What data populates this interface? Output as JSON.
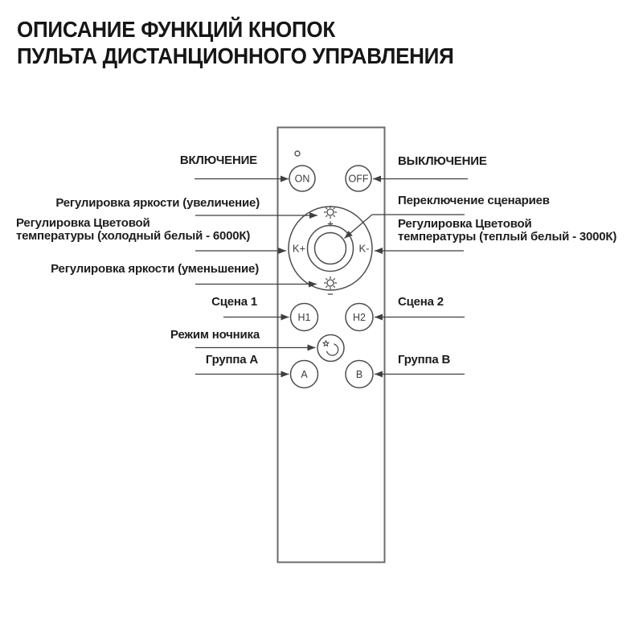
{
  "title": {
    "text": "ОПИСАНИЕ ФУНКЦИЙ КНОПОК\nПУЛЬТА ДИСТАНЦИОННОГО УПРАВЛЕНИЯ"
  },
  "remote": {
    "buttons": {
      "on": "ON",
      "off": "OFF",
      "k_plus": "K+",
      "k_minus": "K-",
      "h1": "H1",
      "h2": "H2",
      "a": "A",
      "b": "B"
    },
    "icons": {
      "indicator": "led-dot-icon",
      "brightness_up": "sun-plus-icon",
      "brightness_down": "sun-minus-icon",
      "night_mode": "moon-star-icon"
    }
  },
  "labels": {
    "left": [
      {
        "text": "ВКЛЮЧЕНИЕ"
      },
      {
        "text": "Регулировка яркости (увеличение)"
      },
      {
        "text": "Регулировка Цветовой\nтемпературы (холодный белый - 6000К)"
      },
      {
        "text": "Регулировка яркости (уменьшение)"
      },
      {
        "text": "Сцена 1"
      },
      {
        "text": "Режим ночника"
      },
      {
        "text": "Группа A"
      }
    ],
    "right": [
      {
        "text": "ВЫКЛЮЧЕНИЕ"
      },
      {
        "text": "Переключение сценариев"
      },
      {
        "text": "Регулировка Цветовой\nтемпературы (теплый белый - 3000К)"
      },
      {
        "text": "Сцена 2"
      },
      {
        "text": "Группа B"
      }
    ]
  },
  "colors": {
    "background": "#ffffff",
    "text": "#1d1d1d",
    "line": "#3f3f3f",
    "button_outline": "#4d4d4d",
    "remote_border": "#6b6b6b"
  }
}
